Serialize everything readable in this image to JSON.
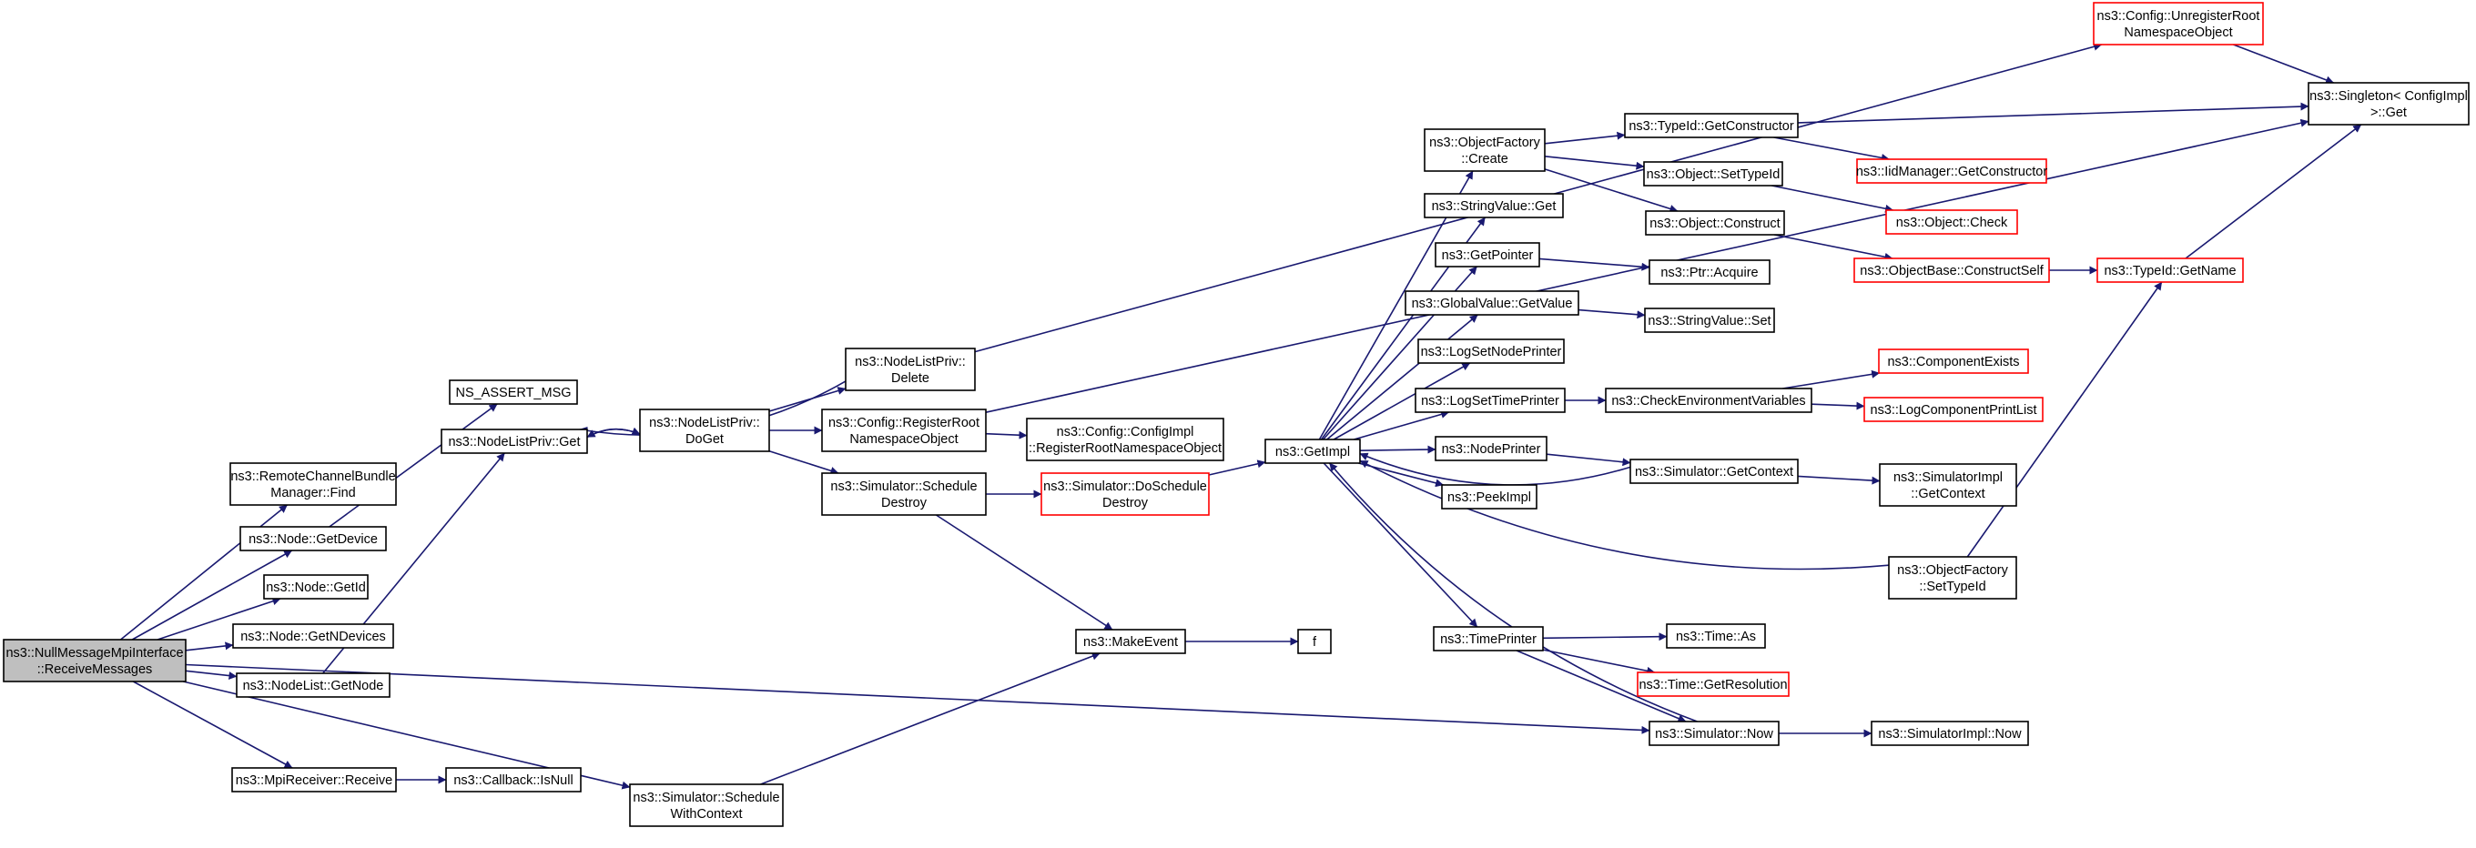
{
  "colors": {
    "edge": "#191970",
    "border_normal": "#000000",
    "border_truncated": "#ff0000",
    "fill_normal": "#ffffff",
    "fill_root": "#bfbfbf"
  },
  "nodes": [
    {
      "id": "root",
      "lines": [
        "ns3::NullMessageMpiInterface",
        "::ReceiveMessages"
      ],
      "style": "root"
    },
    {
      "id": "rcbm_find",
      "lines": [
        "ns3::RemoteChannelBundle",
        "Manager::Find"
      ],
      "style": "normal"
    },
    {
      "id": "node_getdevice",
      "lines": [
        "ns3::Node::GetDevice"
      ],
      "style": "normal"
    },
    {
      "id": "node_getid",
      "lines": [
        "ns3::Node::GetId"
      ],
      "style": "normal"
    },
    {
      "id": "node_getndevices",
      "lines": [
        "ns3::Node::GetNDevices"
      ],
      "style": "normal"
    },
    {
      "id": "nodelist_getnode",
      "lines": [
        "ns3::NodeList::GetNode"
      ],
      "style": "normal"
    },
    {
      "id": "mpireceiver_receive",
      "lines": [
        "ns3::MpiReceiver::Receive"
      ],
      "style": "normal"
    },
    {
      "id": "callback_isnull",
      "lines": [
        "ns3::Callback::IsNull"
      ],
      "style": "normal"
    },
    {
      "id": "sim_schedwithctx",
      "lines": [
        "ns3::Simulator::Schedule",
        "WithContext"
      ],
      "style": "normal"
    },
    {
      "id": "ns_assert_msg",
      "lines": [
        "NS_ASSERT_MSG"
      ],
      "style": "normal"
    },
    {
      "id": "nlp_get",
      "lines": [
        "ns3::NodeListPriv::Get"
      ],
      "style": "normal"
    },
    {
      "id": "nlp_doget",
      "lines": [
        "ns3::NodeListPriv::",
        "DoGet"
      ],
      "style": "normal"
    },
    {
      "id": "nlp_delete",
      "lines": [
        "ns3::NodeListPriv::",
        "Delete"
      ],
      "style": "normal"
    },
    {
      "id": "cfg_regroot",
      "lines": [
        "ns3::Config::RegisterRoot",
        "NamespaceObject"
      ],
      "style": "normal"
    },
    {
      "id": "sim_scheddestroy",
      "lines": [
        "ns3::Simulator::Schedule",
        "Destroy"
      ],
      "style": "normal"
    },
    {
      "id": "cfgimpl_regroot",
      "lines": [
        "ns3::Config::ConfigImpl",
        "::RegisterRootNamespaceObject"
      ],
      "style": "normal"
    },
    {
      "id": "sim_doscheddestroy",
      "lines": [
        "ns3::Simulator::DoSchedule",
        "Destroy"
      ],
      "style": "truncated"
    },
    {
      "id": "makeevent",
      "lines": [
        "ns3::MakeEvent"
      ],
      "style": "normal"
    },
    {
      "id": "f",
      "lines": [
        "f"
      ],
      "style": "normal"
    },
    {
      "id": "getimpl",
      "lines": [
        "ns3::GetImpl"
      ],
      "style": "normal"
    },
    {
      "id": "of_create",
      "lines": [
        "ns3::ObjectFactory",
        "::Create"
      ],
      "style": "normal"
    },
    {
      "id": "stringvalue_get",
      "lines": [
        "ns3::StringValue::Get"
      ],
      "style": "normal"
    },
    {
      "id": "getpointer",
      "lines": [
        "ns3::GetPointer"
      ],
      "style": "normal"
    },
    {
      "id": "gv_getvalue",
      "lines": [
        "ns3::GlobalValue::GetValue"
      ],
      "style": "normal"
    },
    {
      "id": "logsetnodeprinter",
      "lines": [
        "ns3::LogSetNodePrinter"
      ],
      "style": "normal"
    },
    {
      "id": "logsettimeprinter",
      "lines": [
        "ns3::LogSetTimePrinter"
      ],
      "style": "normal"
    },
    {
      "id": "nodeprinter",
      "lines": [
        "ns3::NodePrinter"
      ],
      "style": "normal"
    },
    {
      "id": "peekimpl",
      "lines": [
        "ns3::PeekImpl"
      ],
      "style": "normal"
    },
    {
      "id": "timeprinter",
      "lines": [
        "ns3::TimePrinter"
      ],
      "style": "normal"
    },
    {
      "id": "typeid_getconstructor",
      "lines": [
        "ns3::TypeId::GetConstructor"
      ],
      "style": "normal"
    },
    {
      "id": "object_settypeid",
      "lines": [
        "ns3::Object::SetTypeId"
      ],
      "style": "normal"
    },
    {
      "id": "object_construct",
      "lines": [
        "ns3::Object::Construct"
      ],
      "style": "normal"
    },
    {
      "id": "ptr_acquire",
      "lines": [
        "ns3::Ptr::Acquire"
      ],
      "style": "normal"
    },
    {
      "id": "stringvalue_set",
      "lines": [
        "ns3::StringValue::Set"
      ],
      "style": "normal"
    },
    {
      "id": "checkenvvars",
      "lines": [
        "ns3::CheckEnvironmentVariables"
      ],
      "style": "normal"
    },
    {
      "id": "sim_getcontext",
      "lines": [
        "ns3::Simulator::GetContext"
      ],
      "style": "normal"
    },
    {
      "id": "of_settypeid",
      "lines": [
        "ns3::ObjectFactory",
        "::SetTypeId"
      ],
      "style": "normal"
    },
    {
      "id": "time_as",
      "lines": [
        "ns3::Time::As"
      ],
      "style": "normal"
    },
    {
      "id": "time_getresolution",
      "lines": [
        "ns3::Time::GetResolution"
      ],
      "style": "truncated"
    },
    {
      "id": "sim_now",
      "lines": [
        "ns3::Simulator::Now"
      ],
      "style": "normal"
    },
    {
      "id": "cfg_unregroot",
      "lines": [
        "ns3::Config::UnregisterRoot",
        "NamespaceObject"
      ],
      "style": "truncated"
    },
    {
      "id": "singleton_get",
      "lines": [
        "ns3::Singleton< ConfigImpl",
        ">::Get"
      ],
      "style": "normal"
    },
    {
      "id": "iidmanager_getconstructor",
      "lines": [
        "ns3::IidManager::GetConstructor"
      ],
      "style": "truncated"
    },
    {
      "id": "object_check",
      "lines": [
        "ns3::Object::Check"
      ],
      "style": "truncated"
    },
    {
      "id": "objectbase_constructself",
      "lines": [
        "ns3::ObjectBase::ConstructSelf"
      ],
      "style": "truncated"
    },
    {
      "id": "typeid_getname",
      "lines": [
        "ns3::TypeId::GetName"
      ],
      "style": "truncated"
    },
    {
      "id": "componentexists",
      "lines": [
        "ns3::ComponentExists"
      ],
      "style": "truncated"
    },
    {
      "id": "logcomponentprintlist",
      "lines": [
        "ns3::LogComponentPrintList"
      ],
      "style": "truncated"
    },
    {
      "id": "simimpl_getcontext",
      "lines": [
        "ns3::SimulatorImpl",
        "::GetContext"
      ],
      "style": "normal"
    },
    {
      "id": "simimpl_now",
      "lines": [
        "ns3::SimulatorImpl::Now"
      ],
      "style": "normal"
    }
  ],
  "edges": [
    [
      "root",
      "rcbm_find"
    ],
    [
      "root",
      "node_getdevice"
    ],
    [
      "root",
      "node_getid"
    ],
    [
      "root",
      "node_getndevices"
    ],
    [
      "root",
      "nodelist_getnode"
    ],
    [
      "root",
      "sim_now"
    ],
    [
      "root",
      "mpireceiver_receive"
    ],
    [
      "root",
      "sim_schedwithctx"
    ],
    [
      "node_getdevice",
      "ns_assert_msg"
    ],
    [
      "nodelist_getnode",
      "nlp_get"
    ],
    [
      "mpireceiver_receive",
      "callback_isnull"
    ],
    [
      "sim_schedwithctx",
      "makeevent"
    ],
    [
      "nlp_get",
      "nlp_doget"
    ],
    [
      "nlp_doget",
      "nlp_get"
    ],
    [
      "nlp_doget",
      "nlp_delete"
    ],
    [
      "nlp_delete",
      "nlp_get"
    ],
    [
      "nlp_doget",
      "cfg_regroot"
    ],
    [
      "nlp_doget",
      "sim_scheddestroy"
    ],
    [
      "nlp_delete",
      "cfg_unregroot"
    ],
    [
      "cfg_regroot",
      "cfgimpl_regroot"
    ],
    [
      "cfg_regroot",
      "singleton_get"
    ],
    [
      "sim_scheddestroy",
      "sim_doscheddestroy"
    ],
    [
      "sim_scheddestroy",
      "makeevent"
    ],
    [
      "makeevent",
      "f"
    ],
    [
      "sim_doscheddestroy",
      "getimpl"
    ],
    [
      "getimpl",
      "of_create"
    ],
    [
      "getimpl",
      "stringvalue_get"
    ],
    [
      "getimpl",
      "getpointer"
    ],
    [
      "getimpl",
      "gv_getvalue"
    ],
    [
      "getimpl",
      "logsetnodeprinter"
    ],
    [
      "getimpl",
      "logsettimeprinter"
    ],
    [
      "getimpl",
      "nodeprinter"
    ],
    [
      "getimpl",
      "peekimpl"
    ],
    [
      "getimpl",
      "timeprinter"
    ],
    [
      "of_create",
      "typeid_getconstructor"
    ],
    [
      "of_create",
      "object_settypeid"
    ],
    [
      "of_create",
      "object_construct"
    ],
    [
      "getpointer",
      "ptr_acquire"
    ],
    [
      "gv_getvalue",
      "stringvalue_set"
    ],
    [
      "logsettimeprinter",
      "checkenvvars"
    ],
    [
      "nodeprinter",
      "sim_getcontext"
    ],
    [
      "timeprinter",
      "time_as"
    ],
    [
      "timeprinter",
      "time_getresolution"
    ],
    [
      "timeprinter",
      "sim_now"
    ],
    [
      "sim_getcontext",
      "getimpl"
    ],
    [
      "of_settypeid",
      "getimpl"
    ],
    [
      "sim_now",
      "getimpl"
    ],
    [
      "typeid_getconstructor",
      "singleton_get"
    ],
    [
      "typeid_getconstructor",
      "iidmanager_getconstructor"
    ],
    [
      "object_settypeid",
      "object_check"
    ],
    [
      "object_construct",
      "objectbase_constructself"
    ],
    [
      "checkenvvars",
      "componentexists"
    ],
    [
      "checkenvvars",
      "logcomponentprintlist"
    ],
    [
      "sim_getcontext",
      "simimpl_getcontext"
    ],
    [
      "sim_now",
      "simimpl_now"
    ],
    [
      "objectbase_constructself",
      "typeid_getname"
    ],
    [
      "of_settypeid",
      "typeid_getname"
    ],
    [
      "typeid_getname",
      "singleton_get"
    ],
    [
      "cfg_unregroot",
      "singleton_get"
    ]
  ]
}
